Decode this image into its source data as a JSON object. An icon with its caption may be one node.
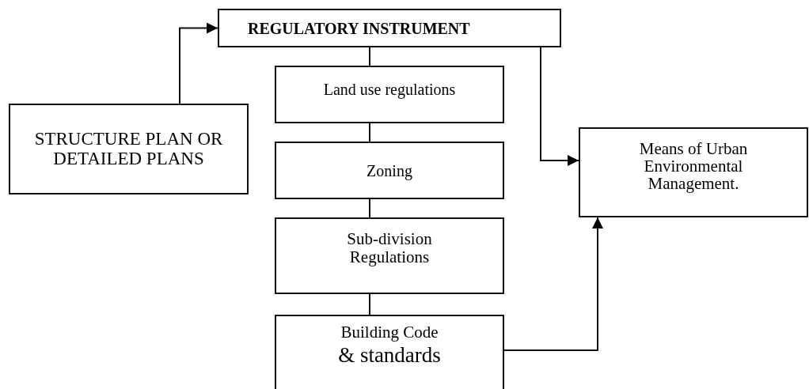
{
  "diagram": {
    "nodes": [
      {
        "text": [
          "REGULATORY INSTRUMENT"
        ]
      },
      {
        "text": [
          "STRUCTURE PLAN OR DETAILED PLANS"
        ]
      },
      {
        "text": [
          "Land use regulations"
        ]
      },
      {
        "text": [
          "Zoning"
        ]
      },
      {
        "text": [
          "Sub-division Regulations"
        ]
      },
      {
        "text": [
          "Means of Urban Environmental Management."
        ]
      },
      {
        "text": [
          "Building Code",
          "& standards"
        ]
      }
    ],
    "edges": [
      {
        "from": 1,
        "to": 0,
        "arrow": "to"
      },
      {
        "from": 0,
        "to": 2,
        "arrow": "none"
      },
      {
        "from": 0,
        "to": 5,
        "arrow": "to"
      },
      {
        "from": 2,
        "to": 3,
        "arrow": "none"
      },
      {
        "from": 3,
        "to": 4,
        "arrow": "none"
      },
      {
        "from": 4,
        "to": 6,
        "arrow": "none"
      },
      {
        "from": 6,
        "to": 5,
        "arrow": "to"
      }
    ]
  }
}
